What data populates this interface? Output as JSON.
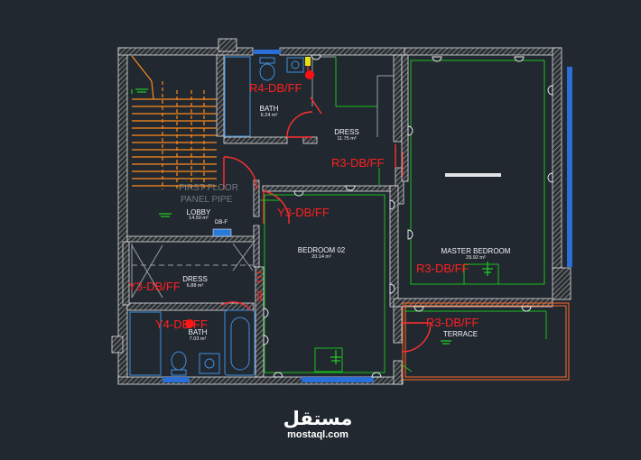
{
  "rooms": {
    "bath_upper": {
      "name": "BATH",
      "area": "6.24 m²"
    },
    "dress_upper": {
      "name": "DRESS",
      "area": "11.75 m²"
    },
    "lobby": {
      "name": "LOBBY",
      "area": "14.50 m²"
    },
    "bedroom02": {
      "name": "BEDROOM 02",
      "area": "20.14 m²"
    },
    "master": {
      "name": "MASTER BEDROOM",
      "area": "29.92 m²"
    },
    "dress_lower": {
      "name": "DRESS",
      "area": "6.88 m²"
    },
    "bath_lower": {
      "name": "BATH",
      "area": "7.03 m²"
    },
    "terrace": {
      "name": "TERRACE"
    }
  },
  "circuits": {
    "r4": "R4-DB/FF",
    "r3_dress": "R3-DB/FF",
    "y3_bedroom": "Y3-DB/FF",
    "r3_master": "R3-DB/FF",
    "y3_dress": "Y3-DB/FF",
    "y4": "Y4-DB/FF",
    "r3_terrace": "R3-DB/FF"
  },
  "annotations": {
    "panel_line1": "FIRST FLOOR",
    "panel_line2": "PANEL PIPE",
    "db_tag": "DB-F"
  },
  "watermark": {
    "arabic": "مستقل",
    "url": "mostaql.com"
  },
  "colors": {
    "background": "#212830",
    "walls": "#d8d8d8",
    "wiring": "#19c019",
    "fixtures": "#3f8fe0",
    "circuit_labels": "#ff2020",
    "stairs": "#ff8a1c"
  }
}
